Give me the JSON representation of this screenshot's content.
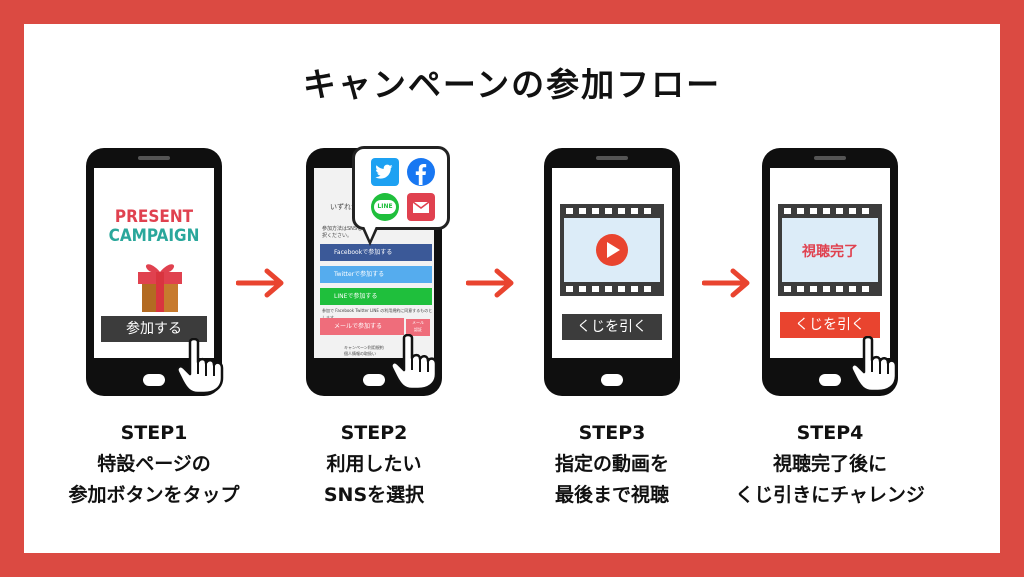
{
  "title": "キャンペーンの参加フロー",
  "colors": {
    "frame": "#db4a42",
    "accent": "#e9442f",
    "arrow": "#e9442f"
  },
  "steps": [
    {
      "label": "STEP1",
      "lines": [
        "特設ページの",
        "参加ボタンをタップ"
      ],
      "screen": {
        "headline1": "PRESENT",
        "headline2": "CAMPAIGN",
        "button": "参加する",
        "icon": "gift-icon"
      }
    },
    {
      "label": "STEP2",
      "lines": [
        "利用したい",
        "SNSを選択"
      ],
      "screen": {
        "intro": "いずれかの",
        "note1": "参加方法はSNSを一つ選",
        "note2": "択ください。",
        "buttons": [
          "Facebookで参加する",
          "Twitterで参加する",
          "LINEで参加する",
          "メールで参加する"
        ],
        "mail_aside": "メール\n認証",
        "policy": "参加で Facebook Twitter LINE の利用規約に同意するものとします。",
        "footer1": "キャンペーン利用規約",
        "footer2": "個人情報の取扱い"
      },
      "bubble_icons": [
        "twitter-icon",
        "facebook-icon",
        "line-icon",
        "mail-icon"
      ],
      "line_icon_text": "LINE"
    },
    {
      "label": "STEP3",
      "lines": [
        "指定の動画を",
        "最後まで視聴"
      ],
      "screen": {
        "button": "くじを引く",
        "icon": "play-icon"
      }
    },
    {
      "label": "STEP4",
      "lines": [
        "視聴完了後に",
        "くじ引きにチャレンジ"
      ],
      "screen": {
        "status": "視聴完了",
        "button": "くじを引く"
      }
    }
  ]
}
